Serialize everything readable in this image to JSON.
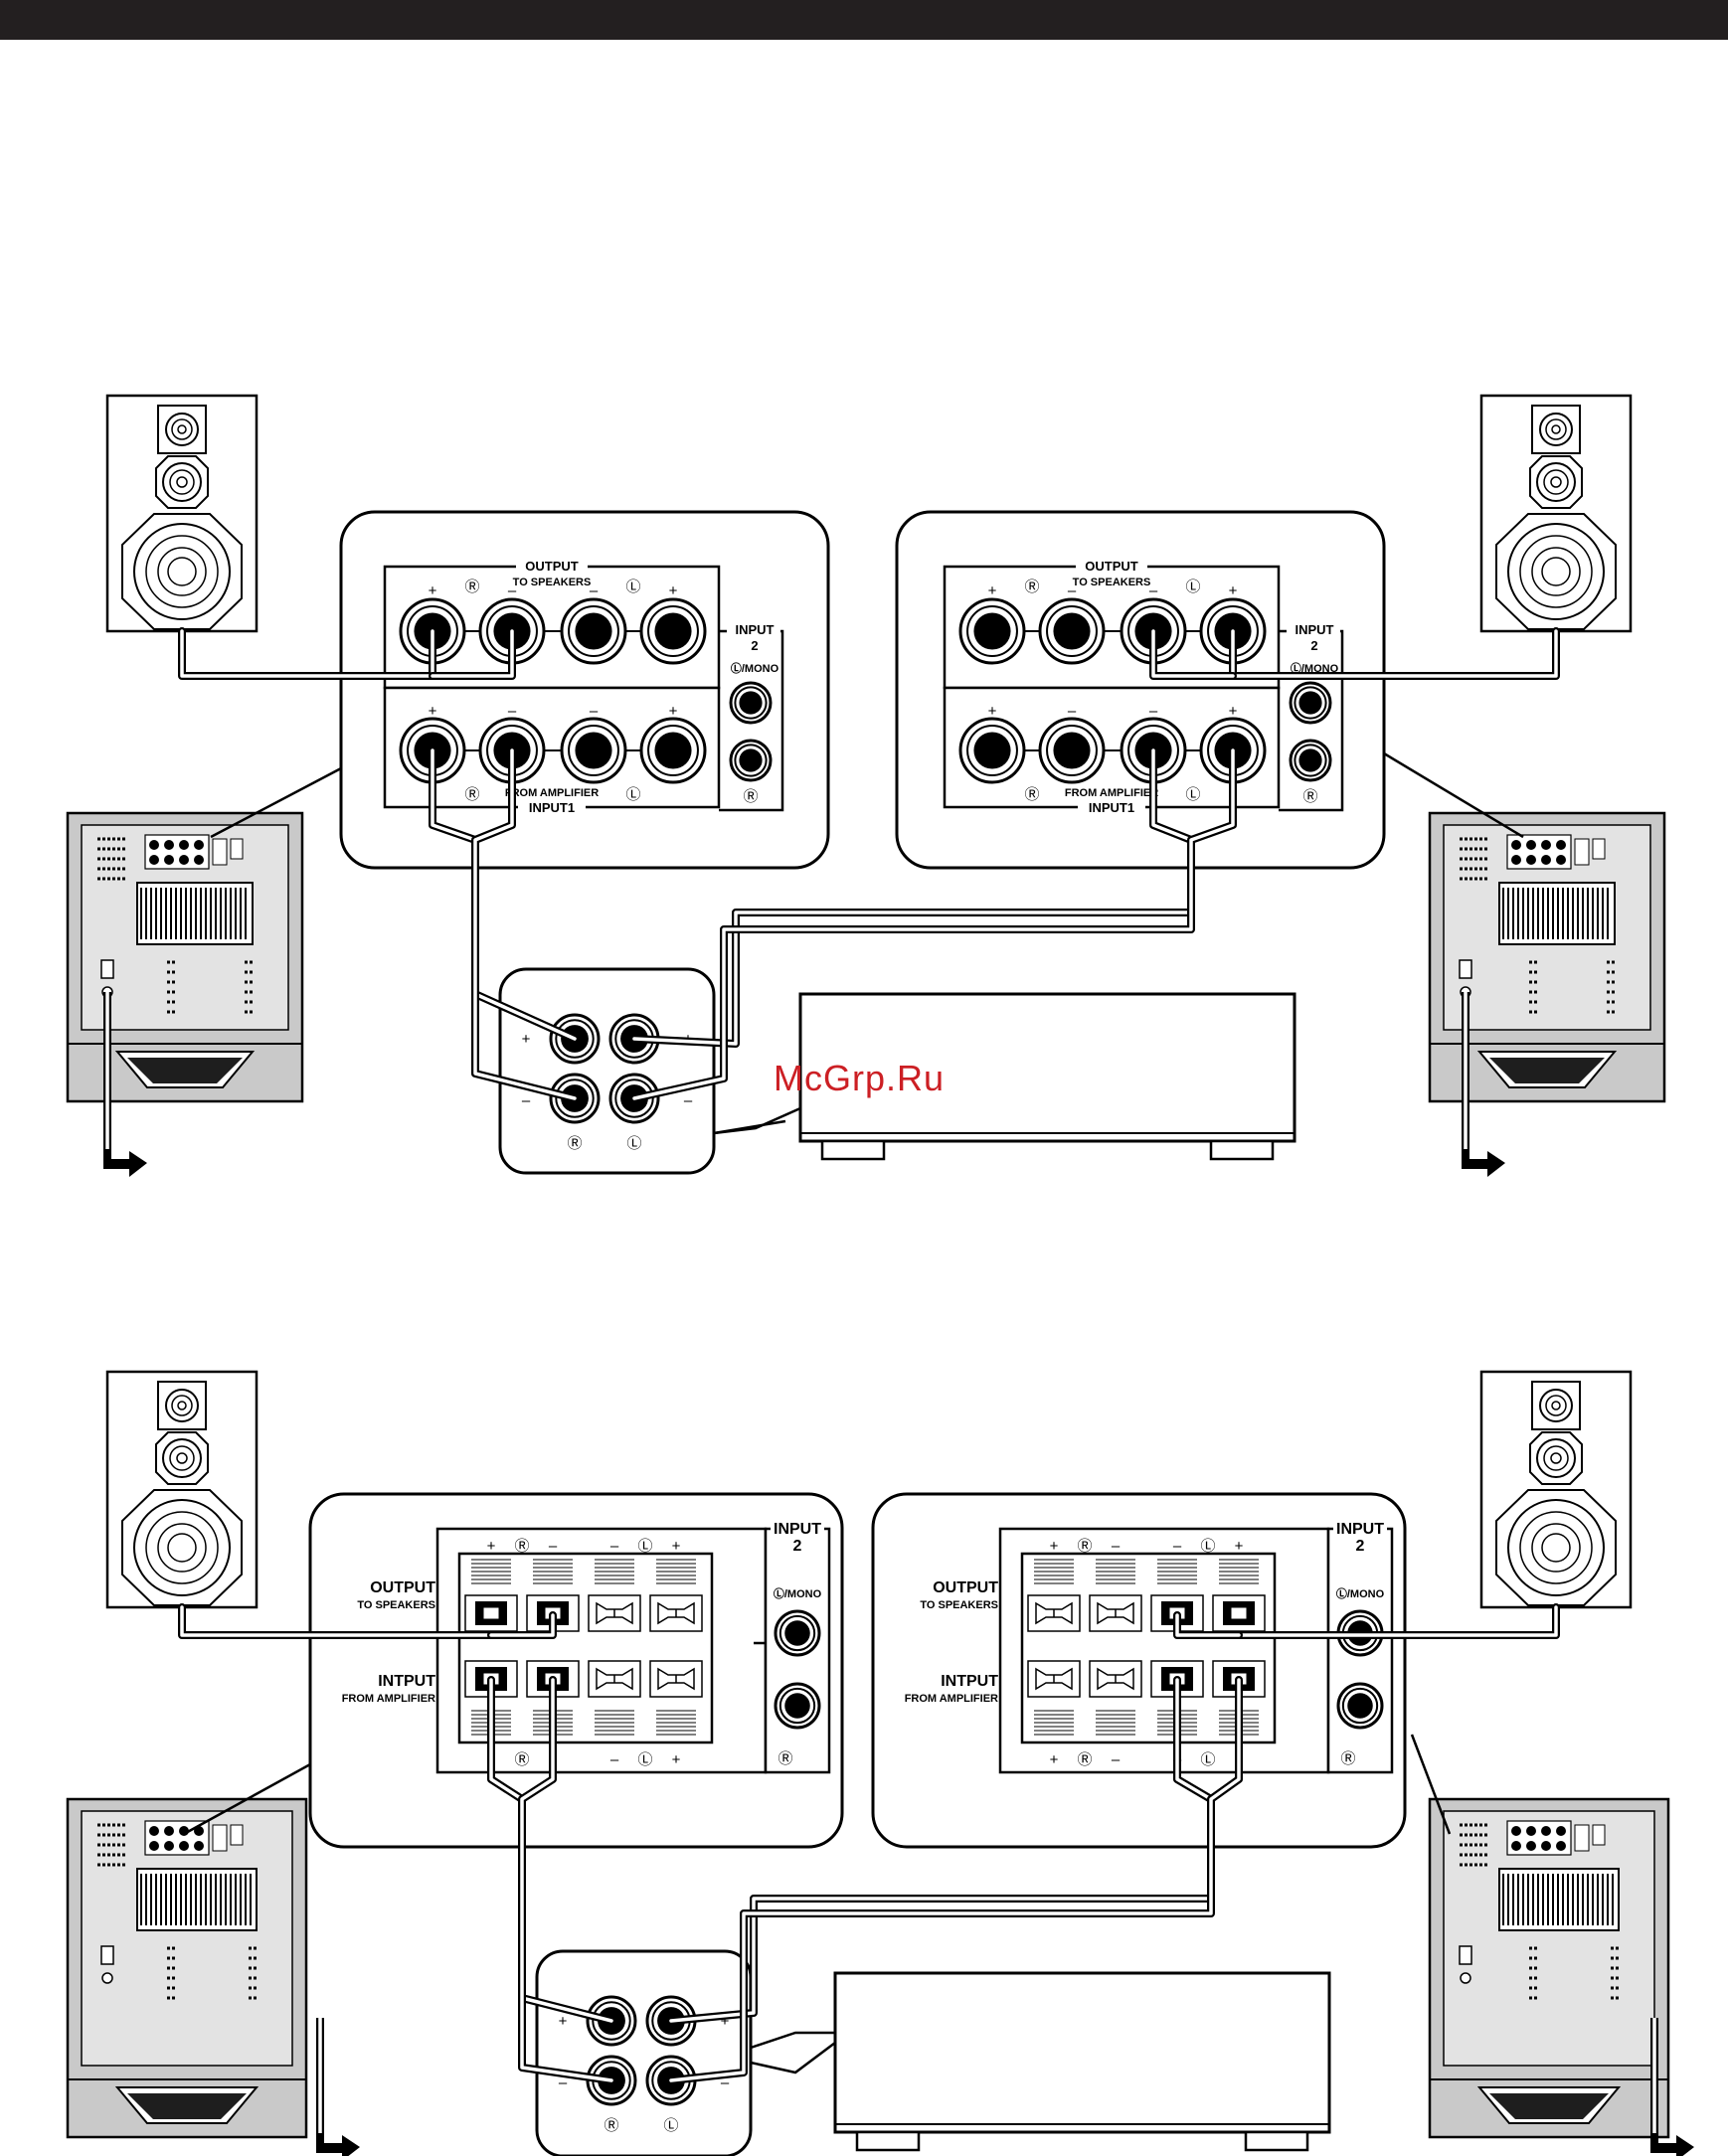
{
  "watermark": "McGrp.Ru",
  "icons": [
    "speaker-cabinet-icon",
    "subwoofer-icon",
    "amplifier-icon",
    "terminal-jack-icon",
    "ac-plug-arrow-icon"
  ],
  "colors": {
    "ink": "#000000",
    "header_bar": "#231f20",
    "watermark": "#cc1f24"
  },
  "top_panel": {
    "output": "OUTPUT",
    "to_speakers": "TO SPEAKERS",
    "input2": "INPUT",
    "input2_num": "2",
    "lmono": "Ⓛ/MONO",
    "r_mark": "Ⓡ",
    "l_mark": "Ⓛ",
    "plus": "+",
    "minus": "–",
    "from_amplifier": "FROM AMPLIFIER",
    "input1": "INPUT1"
  },
  "bottom_panel": {
    "input2": "INPUT",
    "input2_num": "2",
    "lmono": "Ⓛ/MONO",
    "output": "OUTPUT",
    "to_speakers": "TO SPEAKERS",
    "input": "INTPUT",
    "from_amplifier": "FROM AMPLIFIER",
    "r_mark": "Ⓡ",
    "l_mark": "Ⓛ",
    "plus": "+",
    "minus": "–"
  },
  "amp_terminal": {
    "plus": "+",
    "minus": "–",
    "r_mark": "Ⓡ",
    "l_mark": "Ⓛ"
  }
}
